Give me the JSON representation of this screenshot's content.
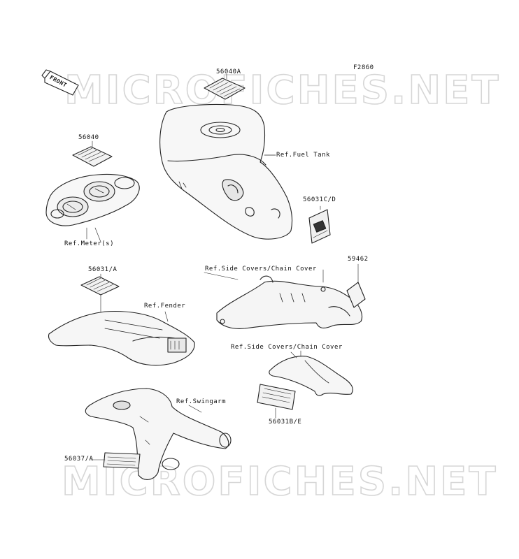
{
  "figure_code": "F2860",
  "front_label": "FRONT",
  "watermark": "MICROFICHES.NET",
  "labels": {
    "p56040A": "56040A",
    "p56040": "56040",
    "ref_fuel_tank": "Ref.Fuel Tank",
    "ref_meters": "Ref.Meter(s)",
    "p56031CD": "56031C/D",
    "p59462": "59462",
    "ref_side_covers_1": "Ref.Side Covers/Chain Cover",
    "p56031A": "56031/A",
    "ref_fender": "Ref.Fender",
    "ref_side_covers_2": "Ref.Side Covers/Chain Cover",
    "p56031BE": "56031B/E",
    "ref_swingarm": "Ref.Swingarm",
    "p56037A": "56037/A"
  }
}
